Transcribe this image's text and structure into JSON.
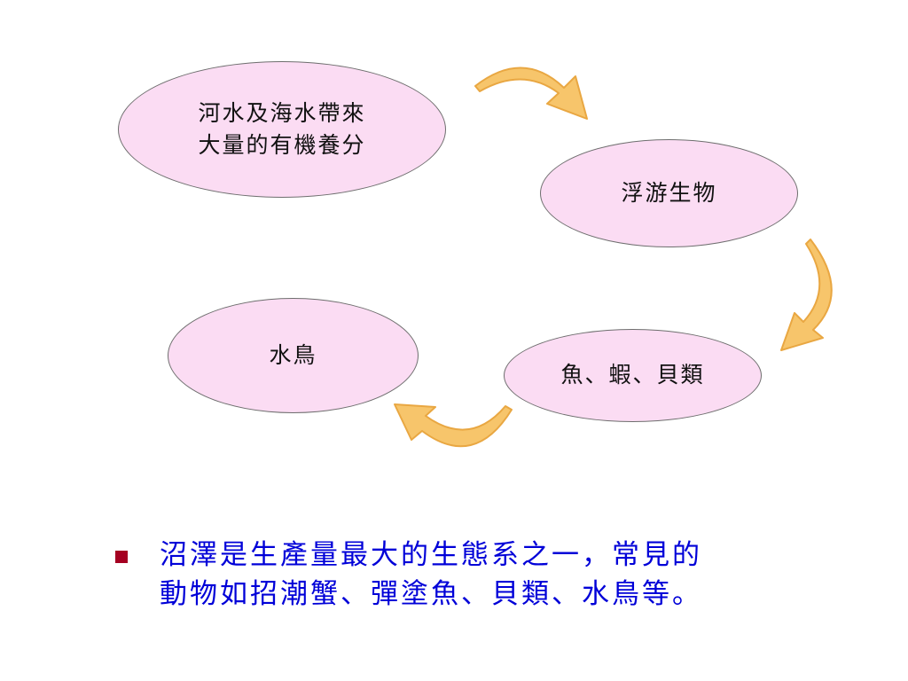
{
  "diagram": {
    "nodes": [
      {
        "id": "nutrients",
        "text": "河水及海水帶來\n大量的有機養分"
      },
      {
        "id": "plankton",
        "text": "浮游生物"
      },
      {
        "id": "fish",
        "text": "魚、蝦、貝類"
      },
      {
        "id": "waterbird",
        "text": "水鳥"
      }
    ],
    "flow": [
      "nutrients",
      "plankton",
      "fish",
      "waterbird"
    ],
    "colors": {
      "node_fill": "#fbdcf3",
      "node_border": "#6e6e6e",
      "arrow_fill": "#f7c56b",
      "arrow_stroke": "#e9a742"
    }
  },
  "bullet": {
    "text": "沼澤是生產量最大的生態系之一，常見的\n動物如招潮蟹、彈塗魚、貝類、水鳥等。",
    "marker_color": "#a50021",
    "text_color": "#0000d8"
  }
}
